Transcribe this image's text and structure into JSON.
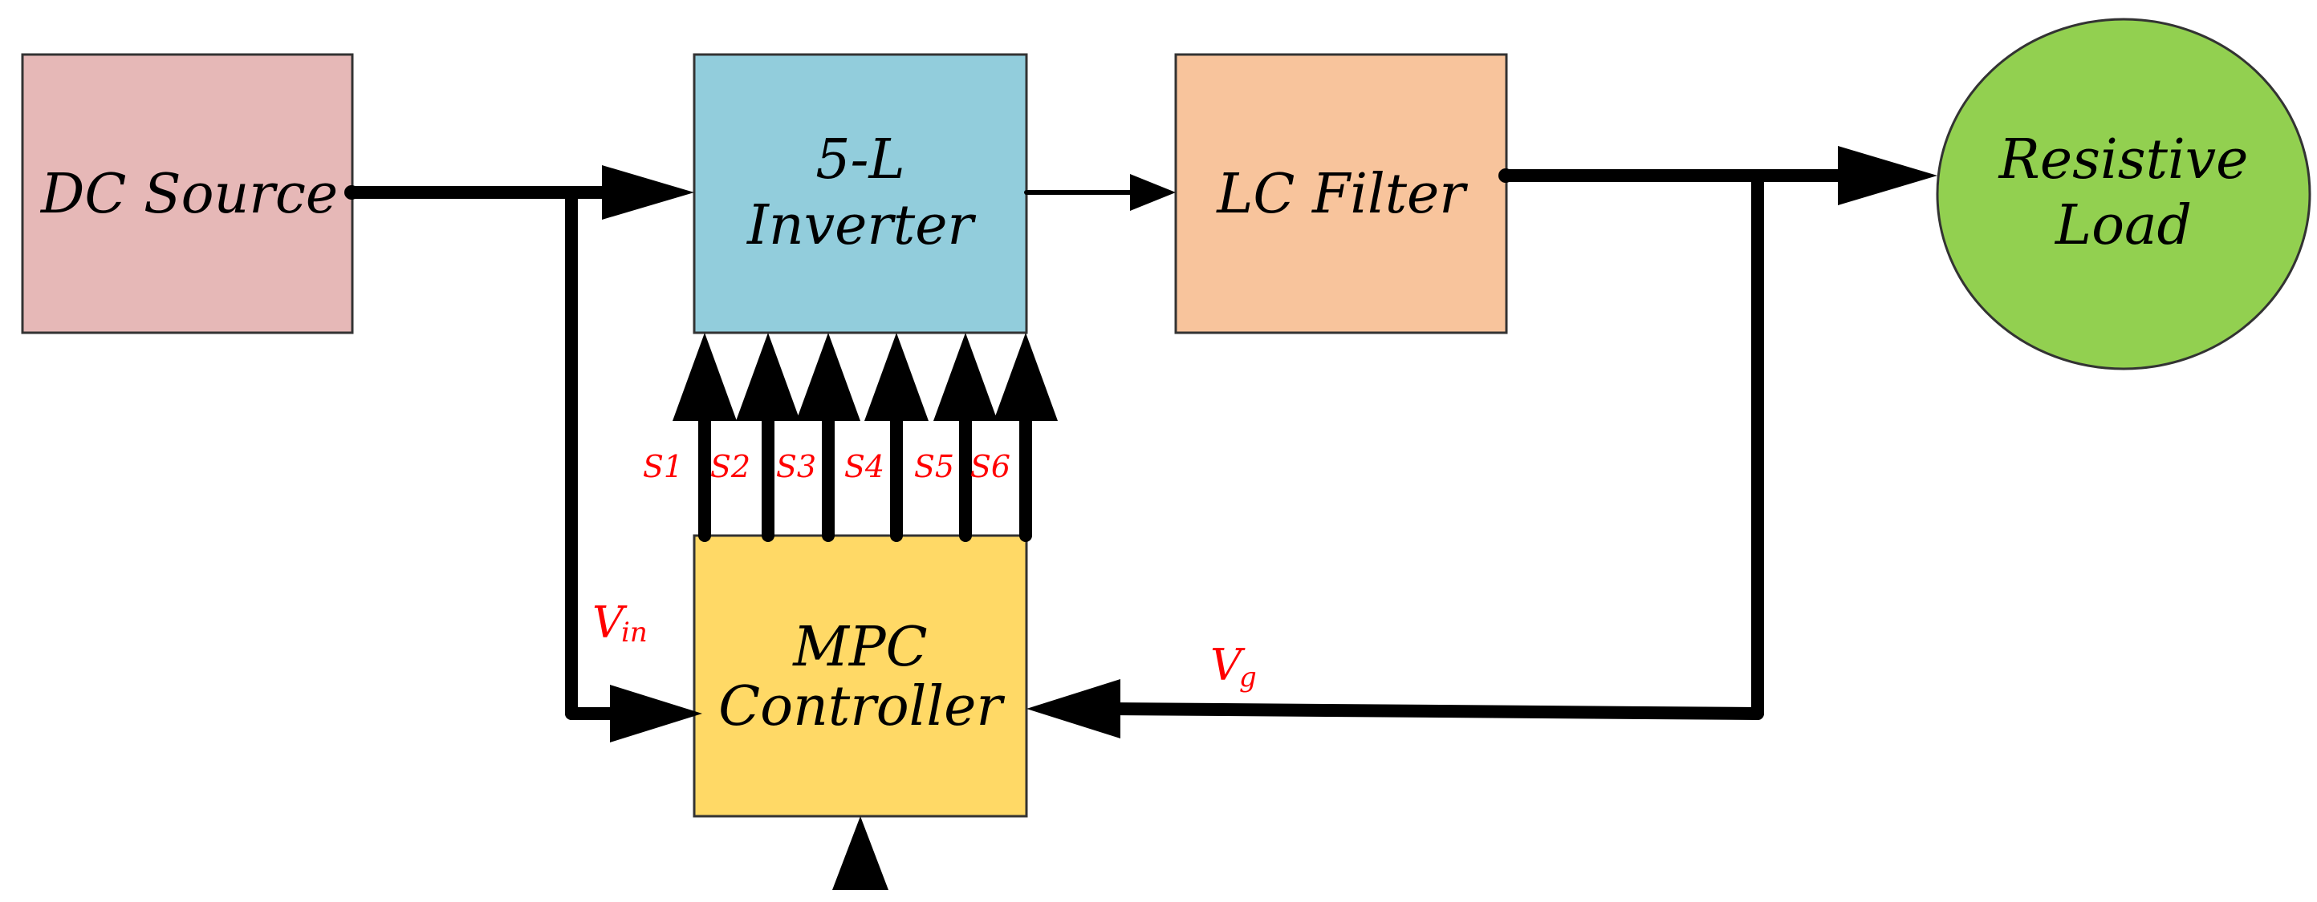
{
  "blocks": {
    "dc_source": {
      "label": "DC Source",
      "color": "#e6b8b7"
    },
    "inverter": {
      "line1": "5-L",
      "line2": "Inverter",
      "color": "#92cddc"
    },
    "lc_filter": {
      "label": "LC Filter",
      "color": "#f8c49c"
    },
    "load": {
      "line1": "Resistive",
      "line2": "Load",
      "color": "#92d050"
    },
    "controller": {
      "line1": "MPC",
      "line2": "Controller",
      "color": "#ffd966"
    }
  },
  "switch_signals": [
    "S1",
    "S2",
    "S3",
    "S4",
    "S5",
    "S6"
  ],
  "signals": {
    "vin": {
      "main": "V",
      "sub": "in"
    },
    "vg": {
      "main": "V",
      "sub": "g"
    }
  },
  "colors": {
    "wire": "#000000",
    "signal_text": "#ff0000"
  }
}
